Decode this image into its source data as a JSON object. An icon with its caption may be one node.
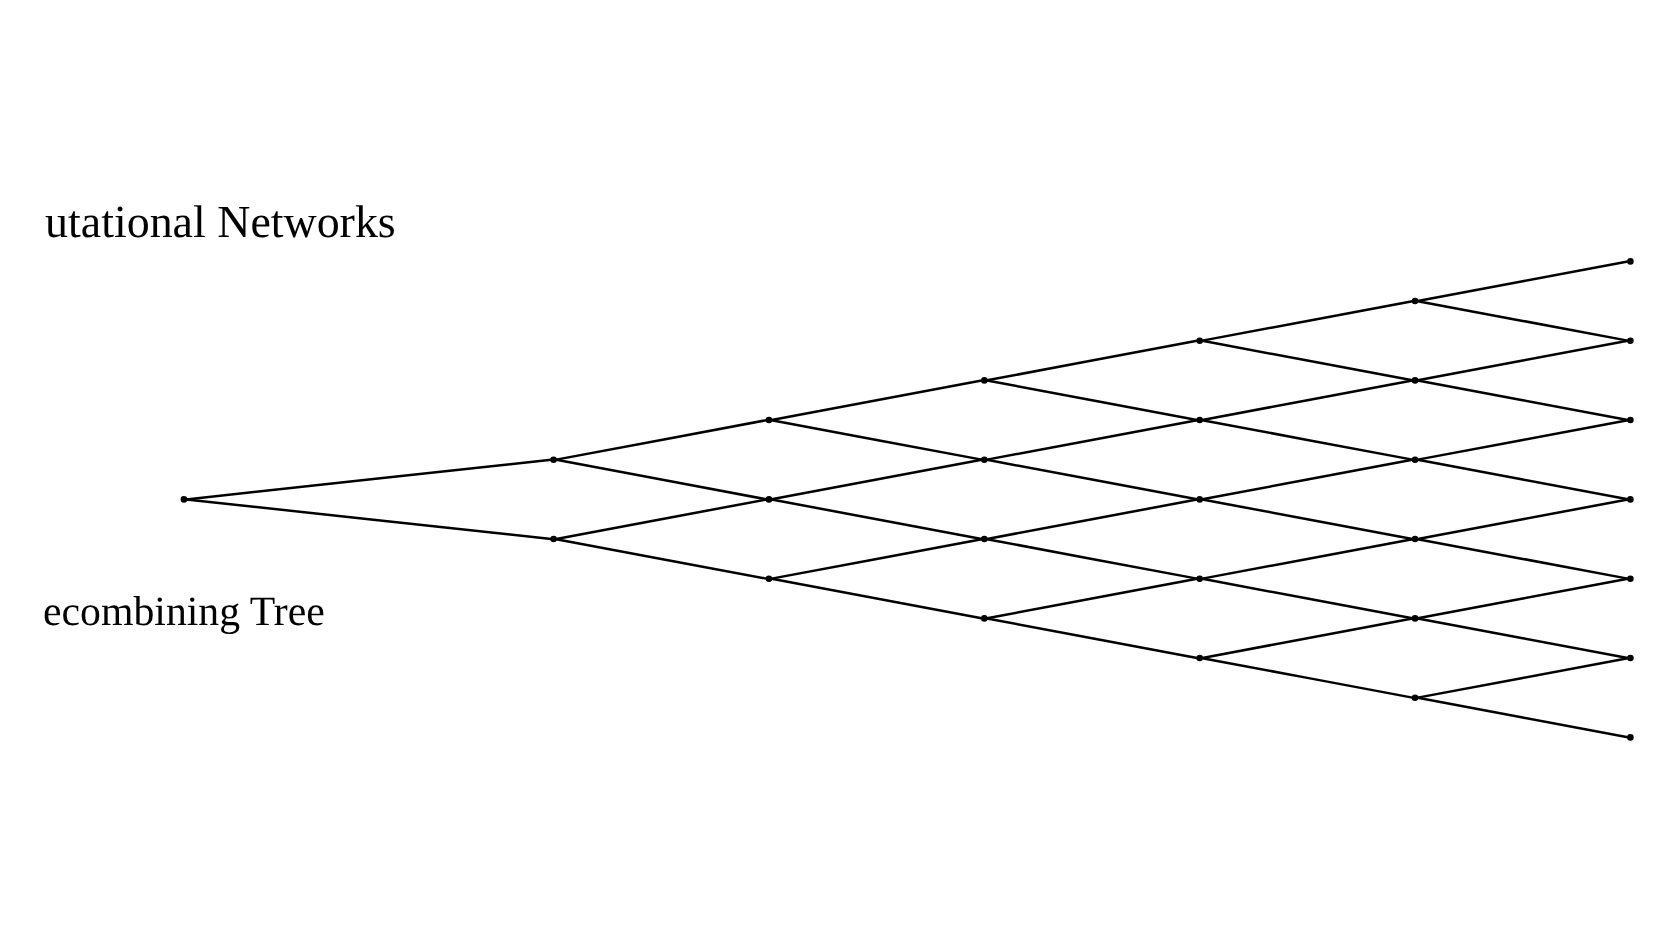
{
  "diagram": {
    "title": "utational Networks",
    "nodes": [
      {
        "text": [],
        "shape": "point"
      },
      {
        "text": [],
        "shape": "point"
      },
      {
        "text": [],
        "shape": "point"
      },
      {
        "text": [],
        "shape": "point"
      },
      {
        "text": [],
        "shape": "point"
      },
      {
        "text": [],
        "shape": "point"
      },
      {
        "text": [],
        "shape": "point"
      },
      {
        "text": [],
        "shape": "point"
      },
      {
        "text": [],
        "shape": "point"
      },
      {
        "text": [],
        "shape": "point"
      },
      {
        "text": [],
        "shape": "point"
      },
      {
        "text": [],
        "shape": "point"
      },
      {
        "text": [],
        "shape": "point"
      },
      {
        "text": [],
        "shape": "point"
      },
      {
        "text": [],
        "shape": "point"
      },
      {
        "text": [],
        "shape": "point"
      },
      {
        "text": [],
        "shape": "point"
      },
      {
        "text": [],
        "shape": "point"
      },
      {
        "text": [],
        "shape": "point"
      },
      {
        "text": [],
        "shape": "point"
      },
      {
        "text": [],
        "shape": "point"
      },
      {
        "text": [],
        "shape": "point"
      },
      {
        "text": [],
        "shape": "point"
      },
      {
        "text": [],
        "shape": "point"
      },
      {
        "text": [],
        "shape": "point"
      },
      {
        "text": [],
        "shape": "point"
      },
      {
        "text": [],
        "shape": "point"
      },
      {
        "text": [],
        "shape": "point"
      }
    ],
    "edges": [
      {
        "from": 0,
        "to": 1,
        "arrow": "none"
      },
      {
        "from": 0,
        "to": 2,
        "arrow": "none"
      },
      {
        "from": 1,
        "to": 3,
        "arrow": "none"
      },
      {
        "from": 1,
        "to": 4,
        "arrow": "none"
      },
      {
        "from": 2,
        "to": 4,
        "arrow": "none"
      },
      {
        "from": 2,
        "to": 5,
        "arrow": "none"
      },
      {
        "from": 3,
        "to": 6,
        "arrow": "none"
      },
      {
        "from": 3,
        "to": 7,
        "arrow": "none"
      },
      {
        "from": 4,
        "to": 7,
        "arrow": "none"
      },
      {
        "from": 4,
        "to": 8,
        "arrow": "none"
      },
      {
        "from": 5,
        "to": 8,
        "arrow": "none"
      },
      {
        "from": 5,
        "to": 9,
        "arrow": "none"
      },
      {
        "from": 6,
        "to": 10,
        "arrow": "none"
      },
      {
        "from": 6,
        "to": 11,
        "arrow": "none"
      },
      {
        "from": 7,
        "to": 11,
        "arrow": "none"
      },
      {
        "from": 7,
        "to": 12,
        "arrow": "none"
      },
      {
        "from": 8,
        "to": 12,
        "arrow": "none"
      },
      {
        "from": 8,
        "to": 13,
        "arrow": "none"
      },
      {
        "from": 9,
        "to": 13,
        "arrow": "none"
      },
      {
        "from": 9,
        "to": 14,
        "arrow": "none"
      },
      {
        "from": 10,
        "to": 15,
        "arrow": "none"
      },
      {
        "from": 10,
        "to": 16,
        "arrow": "none"
      },
      {
        "from": 11,
        "to": 16,
        "arrow": "none"
      },
      {
        "from": 11,
        "to": 17,
        "arrow": "none"
      },
      {
        "from": 12,
        "to": 17,
        "arrow": "none"
      },
      {
        "from": 12,
        "to": 18,
        "arrow": "none"
      },
      {
        "from": 13,
        "to": 18,
        "arrow": "none"
      },
      {
        "from": 13,
        "to": 19,
        "arrow": "none"
      },
      {
        "from": 14,
        "to": 19,
        "arrow": "none"
      },
      {
        "from": 14,
        "to": 20,
        "arrow": "none"
      },
      {
        "from": 15,
        "to": 21,
        "arrow": "none"
      },
      {
        "from": 15,
        "to": 22,
        "arrow": "none"
      },
      {
        "from": 16,
        "to": 22,
        "arrow": "none"
      },
      {
        "from": 16,
        "to": 23,
        "arrow": "none"
      },
      {
        "from": 17,
        "to": 23,
        "arrow": "none"
      },
      {
        "from": 17,
        "to": 24,
        "arrow": "none"
      },
      {
        "from": 18,
        "to": 24,
        "arrow": "none"
      },
      {
        "from": 18,
        "to": 25,
        "arrow": "none"
      },
      {
        "from": 19,
        "to": 25,
        "arrow": "none"
      },
      {
        "from": 19,
        "to": 26,
        "arrow": "none"
      },
      {
        "from": 20,
        "to": 26,
        "arrow": "none"
      },
      {
        "from": 20,
        "to": 27,
        "arrow": "none"
      }
    ],
    "labels": [
      "ecombining Tree"
    ]
  }
}
